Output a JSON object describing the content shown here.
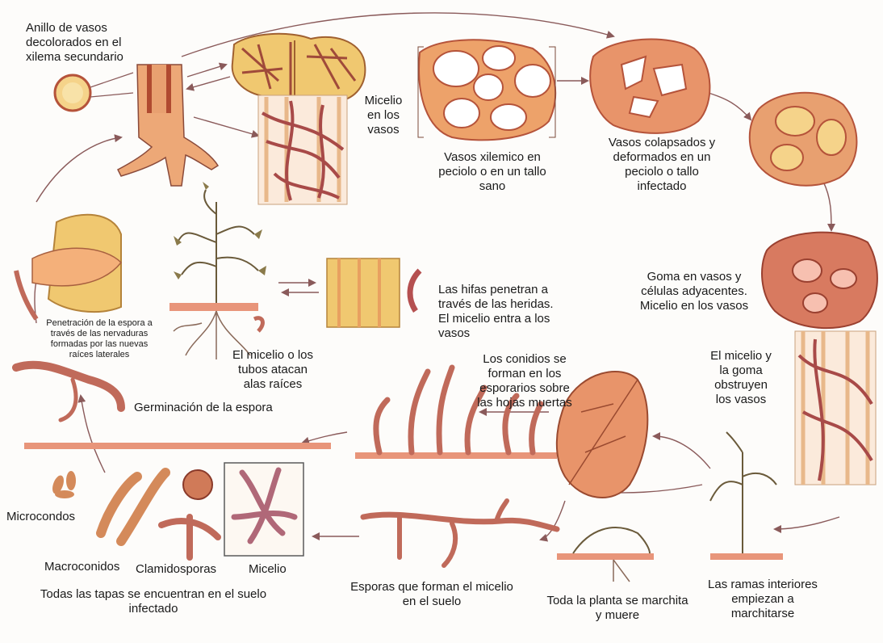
{
  "colors": {
    "tissue": "#e9a06a",
    "tissue_dark": "#b5533a",
    "hypha": "#c56a68",
    "spore": "#d48a5a",
    "yellow_tissue": "#f0c870",
    "soil": "#e8957a",
    "arrow": "#8a5a5a"
  },
  "labels": {
    "anillo": "Anillo de vasos\ndecolorados en el\nxilema secundario",
    "micelio_vasos": "Micelio\nen los\nvasos",
    "vasos_sano": "Vasos xilemico en\npeciolo o en un tallo\nsano",
    "vasos_colapsados": "Vasos colapsados y\ndeformados en un\npeciolo o tallo\ninfectado",
    "goma": "Goma en vasos y\ncélulas adyacentes.\nMicelio en los vasos",
    "hifas": "Las hifas penetran a\ntravés de las heridas.\nEl micelio entra a los\nvasos",
    "penetracion": "Penetración de la espora a\ntravés de las nervaduras\nformadas por las nuevas\nraíces laterales",
    "micelio_raices": "El micelio o los\ntubos atacan\nalas raíces",
    "micelio_goma": "El micelio y\nla goma\nobstruyen\nlos vasos",
    "conidios": "Los conidios se\nforman en los\nesporarios sobre\nlas hojas muertas",
    "germinacion": "Germinación de la espora",
    "microcondos": "Microcondos",
    "macroconidos": "Macroconidos",
    "clamidosporas": "Clamidosporas",
    "micelio": "Micelio",
    "todas_tapas": "Todas las tapas se encuentran en el suelo\ninfectado",
    "esporas_suelo": "Esporas que forman el micelio\nen el suelo",
    "toda_planta": "Toda la planta se marchita\ny muere",
    "ramas": "Las ramas interiores\nempiezan a\nmarchitarse"
  }
}
